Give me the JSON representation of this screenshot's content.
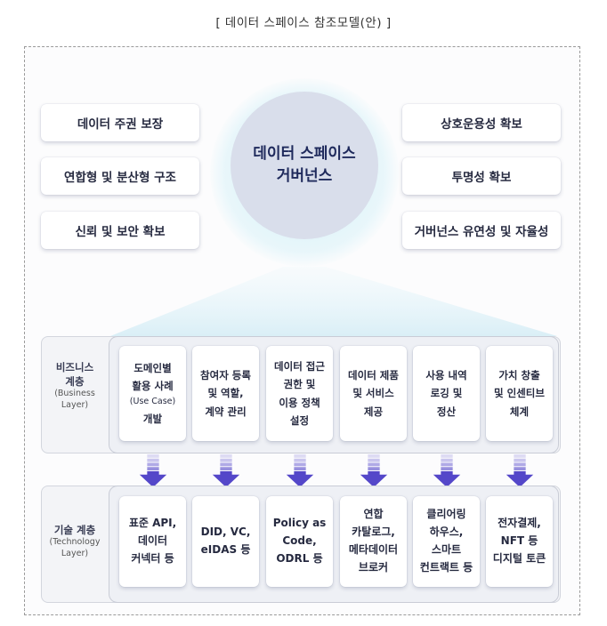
{
  "title": "[  데이터 스페이스 참조모델(안)  ]",
  "center": {
    "line1": "데이터 스페이스",
    "line2": "거버넌스"
  },
  "left_principles": [
    {
      "label": "데이터 주권 보장"
    },
    {
      "label": "연합형 및 분산형 구조"
    },
    {
      "label": "신뢰 및 보안 확보"
    }
  ],
  "right_principles": [
    {
      "label": "상호운용성 확보"
    },
    {
      "label": "투명성 확보"
    },
    {
      "label": "거버넌스 유연성 및 자율성"
    }
  ],
  "business_layer": {
    "label_ko_1": "비즈니스",
    "label_ko_2": "계층",
    "label_en_1": "(Business",
    "label_en_2": "Layer)",
    "cards": [
      {
        "lines": [
          "도메인별",
          "활용 사례",
          "(Use Case)",
          "개발"
        ]
      },
      {
        "lines": [
          "참여자 등록",
          "및 역할,",
          "계약 관리"
        ]
      },
      {
        "lines": [
          "데이터 접근",
          "권한 및",
          "이용 정책",
          "설정"
        ]
      },
      {
        "lines": [
          "데이터 제품",
          "및 서비스",
          "제공"
        ]
      },
      {
        "lines": [
          "사용 내역",
          "로깅 및",
          "정산"
        ]
      },
      {
        "lines": [
          "가치 창출",
          "및 인센티브",
          "체계"
        ]
      }
    ]
  },
  "technology_layer": {
    "label_ko": "기술 계층",
    "label_en_1": "(Technology",
    "label_en_2": "Layer)",
    "cards": [
      {
        "lines": [
          "표준 API,",
          "데이터",
          "커넥터 등"
        ]
      },
      {
        "lines": [
          "DID, VC,",
          "eIDAS 등"
        ]
      },
      {
        "lines": [
          "Policy as",
          "Code,",
          "ODRL 등"
        ]
      },
      {
        "lines": [
          "연합",
          "카탈로그,",
          "메타데이터",
          "브로커"
        ]
      },
      {
        "lines": [
          "클리어링",
          "하우스,",
          "스마트",
          "컨트랙트 등"
        ]
      },
      {
        "lines": [
          "전자결제,",
          "NFT 등",
          "디지털 토큰"
        ]
      }
    ]
  },
  "colors": {
    "arrow": "#5447c9",
    "circle": "#d9deeb",
    "circle_text": "#1f2a5c"
  }
}
